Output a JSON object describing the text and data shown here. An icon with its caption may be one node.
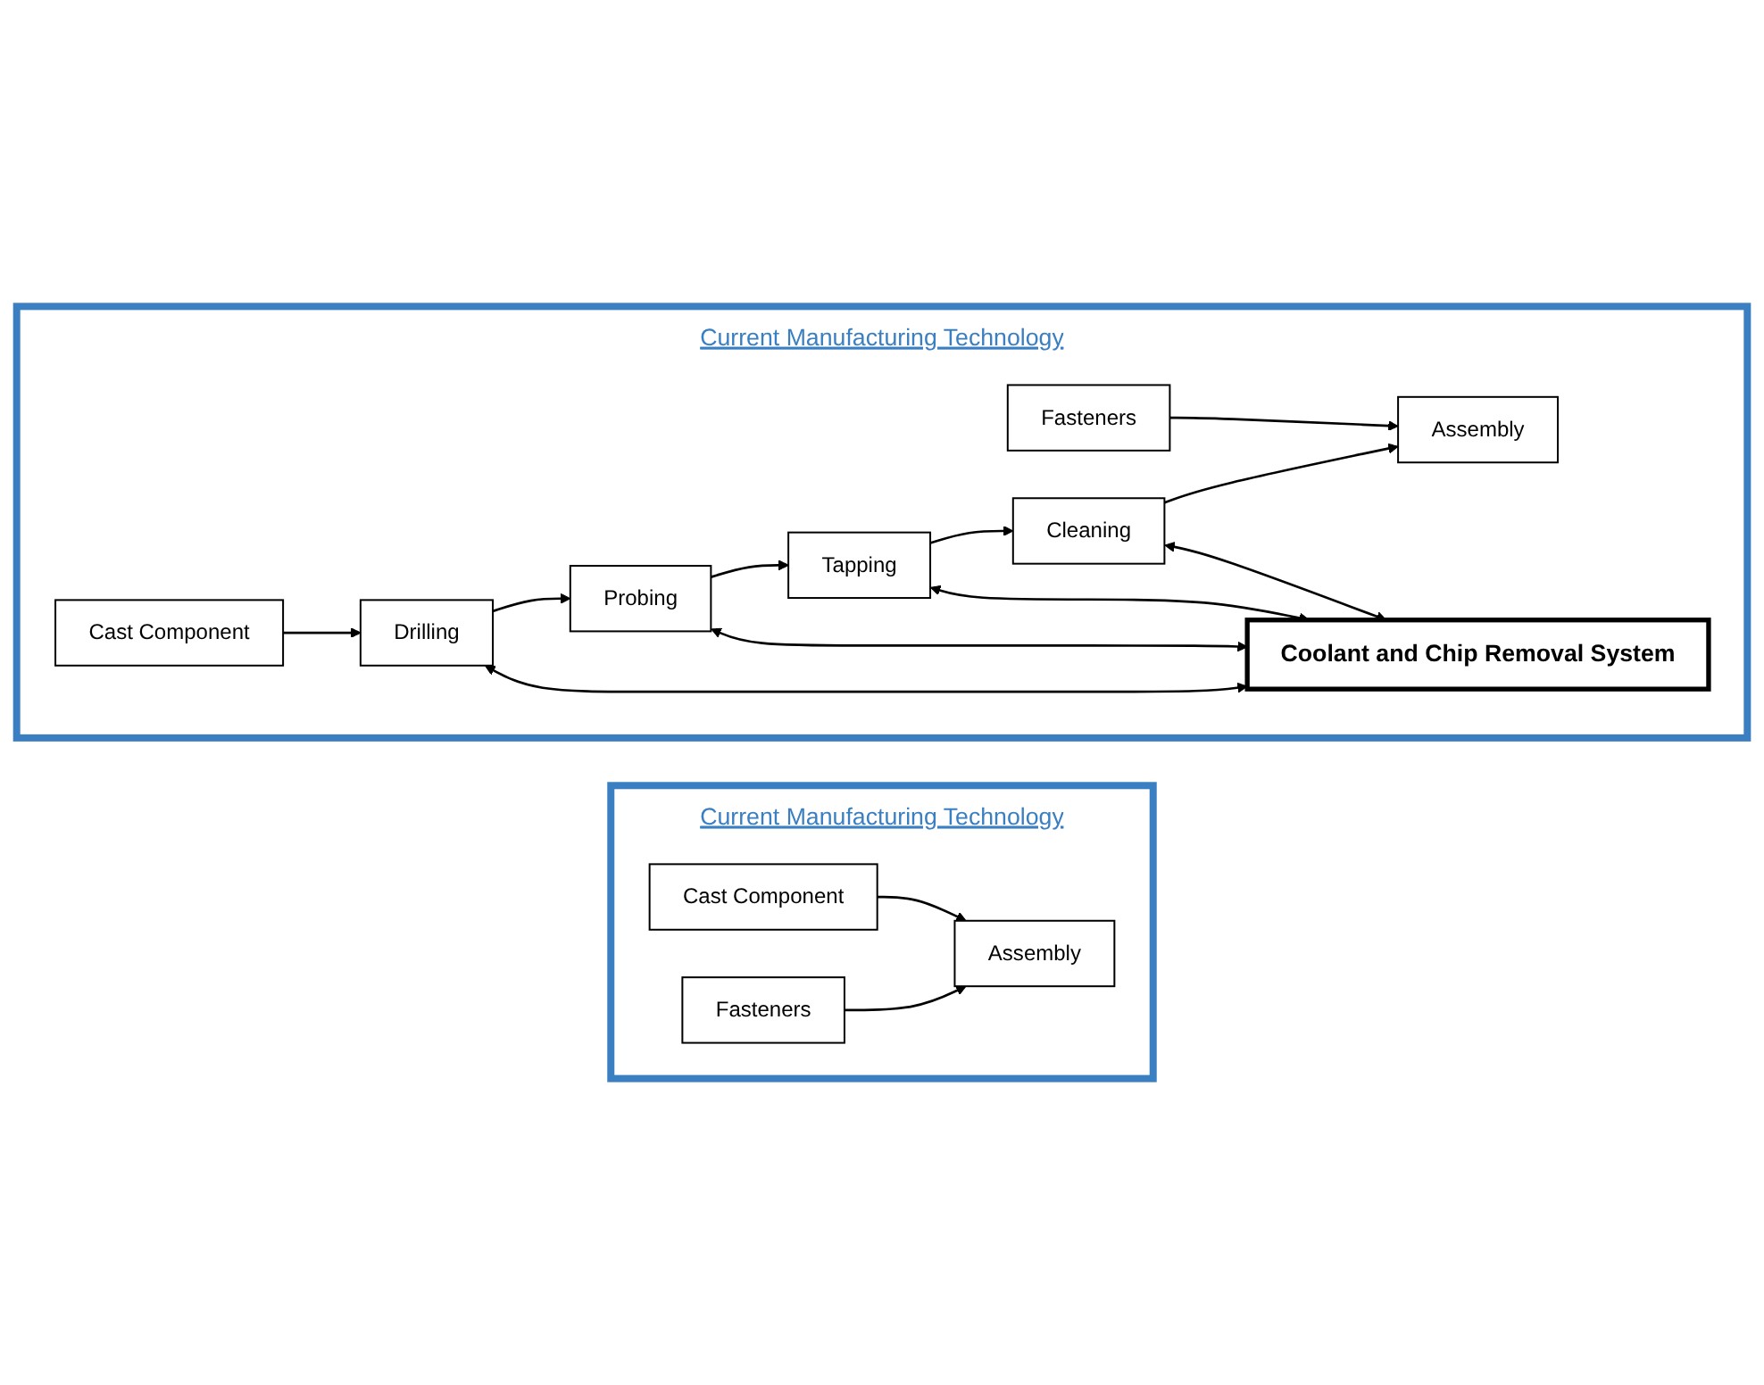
{
  "diagram": {
    "nodes": [
      {
        "text": [
          "Current Manufacturing Technology"
        ]
      },
      {
        "text": [
          "Cast Component"
        ],
        "in": 0
      },
      {
        "text": [
          "Drilling"
        ],
        "in": 0
      },
      {
        "text": [
          "Probing"
        ],
        "in": 0
      },
      {
        "text": [
          "Tapping"
        ],
        "in": 0
      },
      {
        "text": [
          "Cleaning"
        ],
        "in": 0
      },
      {
        "text": [
          "Assembly"
        ],
        "in": 0
      },
      {
        "text": [
          "Coolant and Chip Removal System"
        ],
        "in": 0
      },
      {
        "text": [
          "Fasteners"
        ],
        "in": 0
      },
      {
        "text": [
          "Current Manufacturing Technology"
        ]
      },
      {
        "text": [
          "Cast Component"
        ],
        "in": 9
      },
      {
        "text": [
          "Assembly"
        ],
        "in": 9
      },
      {
        "text": [
          "Fasteners"
        ],
        "in": 9
      }
    ],
    "edges": [
      {
        "from": 1,
        "to": 2,
        "arrow": "to"
      },
      {
        "from": 2,
        "to": 3,
        "arrow": "to"
      },
      {
        "from": 3,
        "to": 4,
        "arrow": "to"
      },
      {
        "from": 4,
        "to": 5,
        "arrow": "to"
      },
      {
        "from": 5,
        "to": 6,
        "arrow": "to"
      },
      {
        "from": 2,
        "to": 7,
        "arrow": "both"
      },
      {
        "from": 3,
        "to": 7,
        "arrow": "both"
      },
      {
        "from": 4,
        "to": 7,
        "arrow": "both"
      },
      {
        "from": 5,
        "to": 7,
        "arrow": "both"
      },
      {
        "from": 8,
        "to": 6,
        "arrow": "to"
      },
      {
        "from": 10,
        "to": 11,
        "arrow": "to"
      },
      {
        "from": 12,
        "to": 11,
        "arrow": "to"
      }
    ]
  }
}
